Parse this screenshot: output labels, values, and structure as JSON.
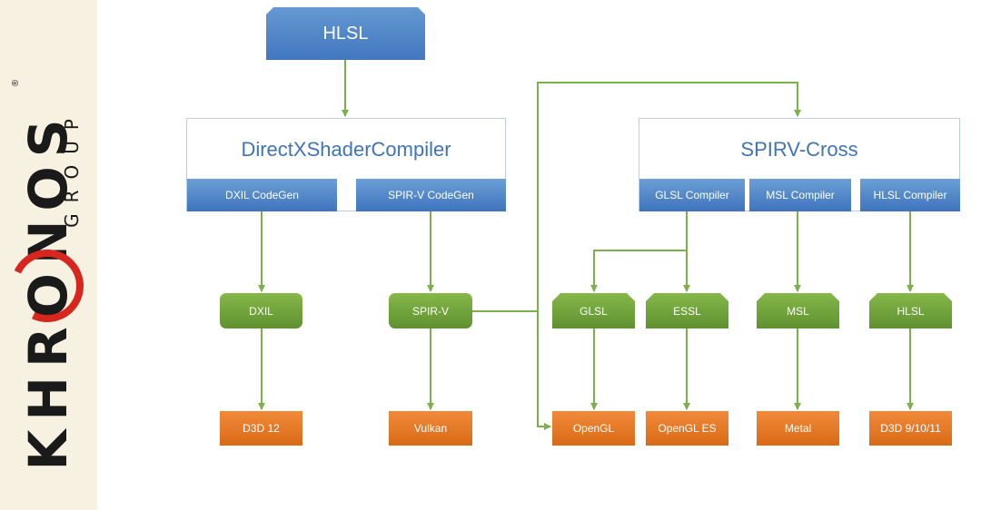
{
  "logo": {
    "word": "KHRONOS",
    "sub": "GROUP",
    "mark": "®"
  },
  "top": {
    "label": "HLSL"
  },
  "dxc": {
    "title": "DirectXShaderCompiler",
    "subs": [
      "DXIL CodeGen",
      "SPIR-V CodeGen"
    ]
  },
  "spirv_cross": {
    "title": "SPIRV-Cross",
    "subs": [
      "GLSL Compiler",
      "MSL Compiler",
      "HLSL Compiler"
    ]
  },
  "formats": {
    "dxil": "DXIL",
    "spirv": "SPIR-V",
    "glsl": "GLSL",
    "essl": "ESSL",
    "msl": "MSL",
    "hlsl": "HLSL"
  },
  "apis": {
    "d3d12": "D3D 12",
    "vulkan": "Vulkan",
    "opengl": "OpenGL",
    "opengles": "OpenGL ES",
    "metal": "Metal",
    "d3d91011": "D3D 9/10/11"
  },
  "colors": {
    "blue": "#4a80c4",
    "green": "#70a33b",
    "orange": "#e2782a",
    "connector": "#7ab24a",
    "logo_red": "#d7261e"
  }
}
